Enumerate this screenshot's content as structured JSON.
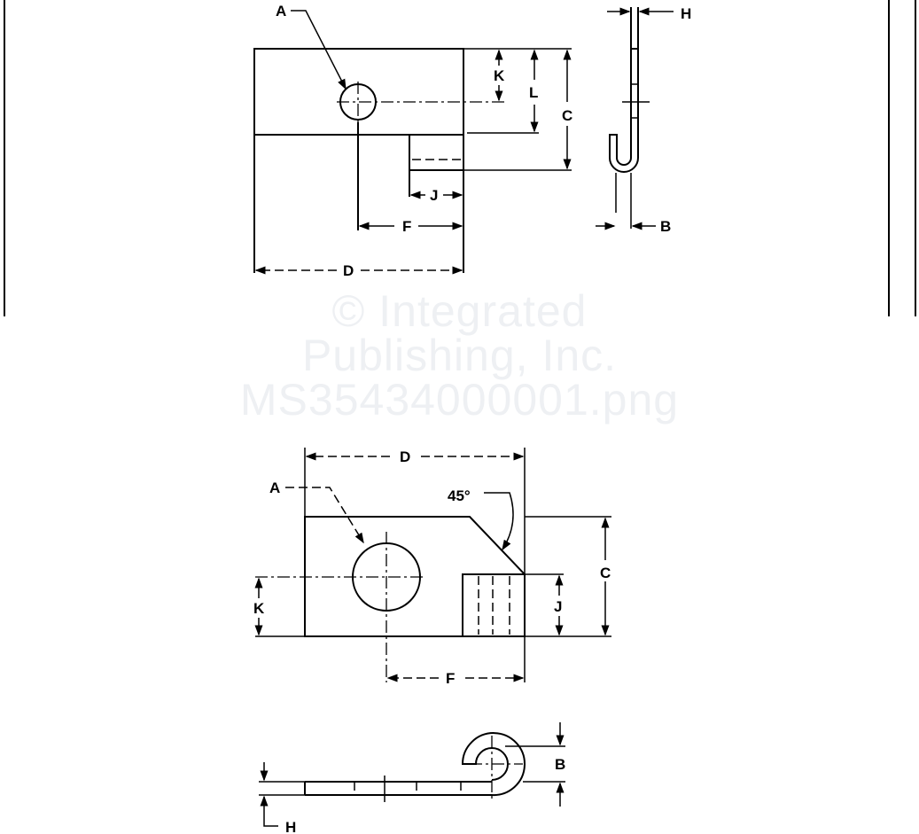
{
  "watermark": {
    "line1": "© Integrated",
    "line2": "Publishing, Inc.",
    "line3": "MS35434000001.png"
  },
  "top_figure": {
    "labels": {
      "A": "A",
      "K": "K",
      "L": "L",
      "C": "C",
      "J": "J",
      "F": "F",
      "D": "D",
      "H": "H",
      "B": "B"
    }
  },
  "bottom_figure": {
    "labels": {
      "D": "D",
      "A": "A",
      "angle": "45°",
      "C": "C",
      "K": "K",
      "J": "J",
      "F": "F",
      "B": "B",
      "H": "H"
    }
  }
}
